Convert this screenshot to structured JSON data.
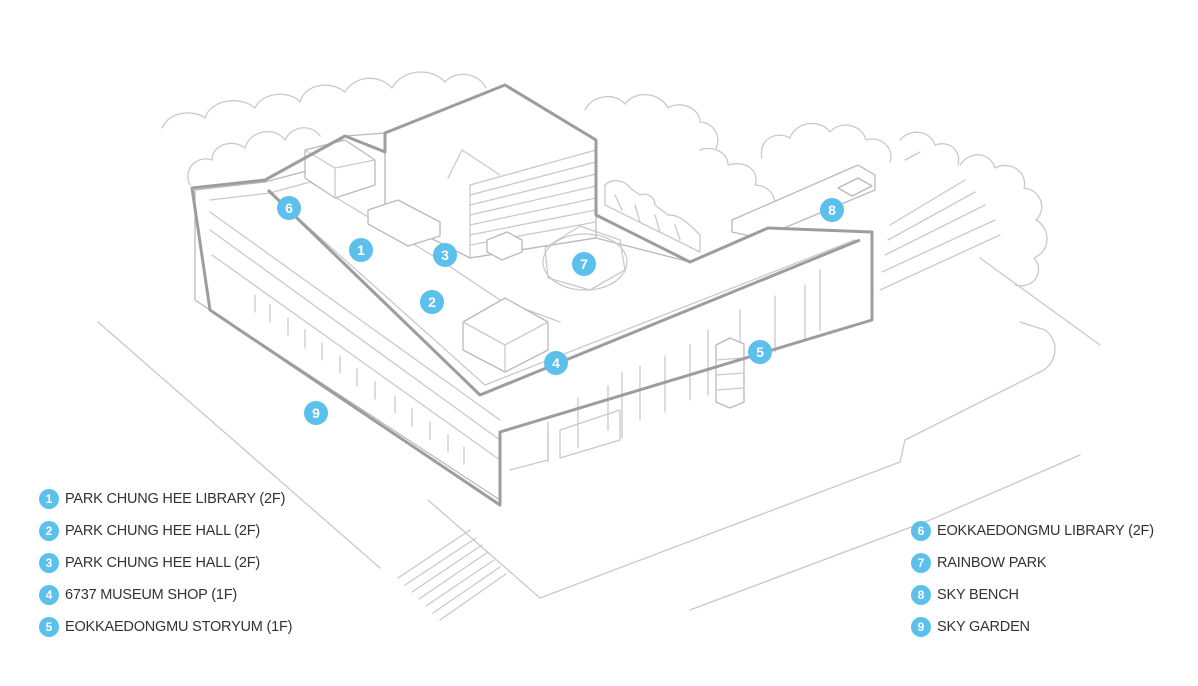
{
  "markers": [
    {
      "number": "1",
      "label": "PARK CHUNG HEE LIBRARY (2F)"
    },
    {
      "number": "2",
      "label": "PARK CHUNG HEE HALL (2F)"
    },
    {
      "number": "3",
      "label": "PARK CHUNG HEE HALL (2F)"
    },
    {
      "number": "4",
      "label": "6737 MUSEUM SHOP (1F)"
    },
    {
      "number": "5",
      "label": "EOKKAEDONGMU STORYUM (1F)"
    },
    {
      "number": "6",
      "label": "EOKKAEDONGMU LIBRARY (2F)"
    },
    {
      "number": "7",
      "label": "RAINBOW PARK"
    },
    {
      "number": "8",
      "label": "SKY BENCH"
    },
    {
      "number": "9",
      "label": "SKY GARDEN"
    }
  ],
  "colors": {
    "marker": "#5bc0eb",
    "text": "#333333",
    "outline": "#9d9d9d"
  }
}
